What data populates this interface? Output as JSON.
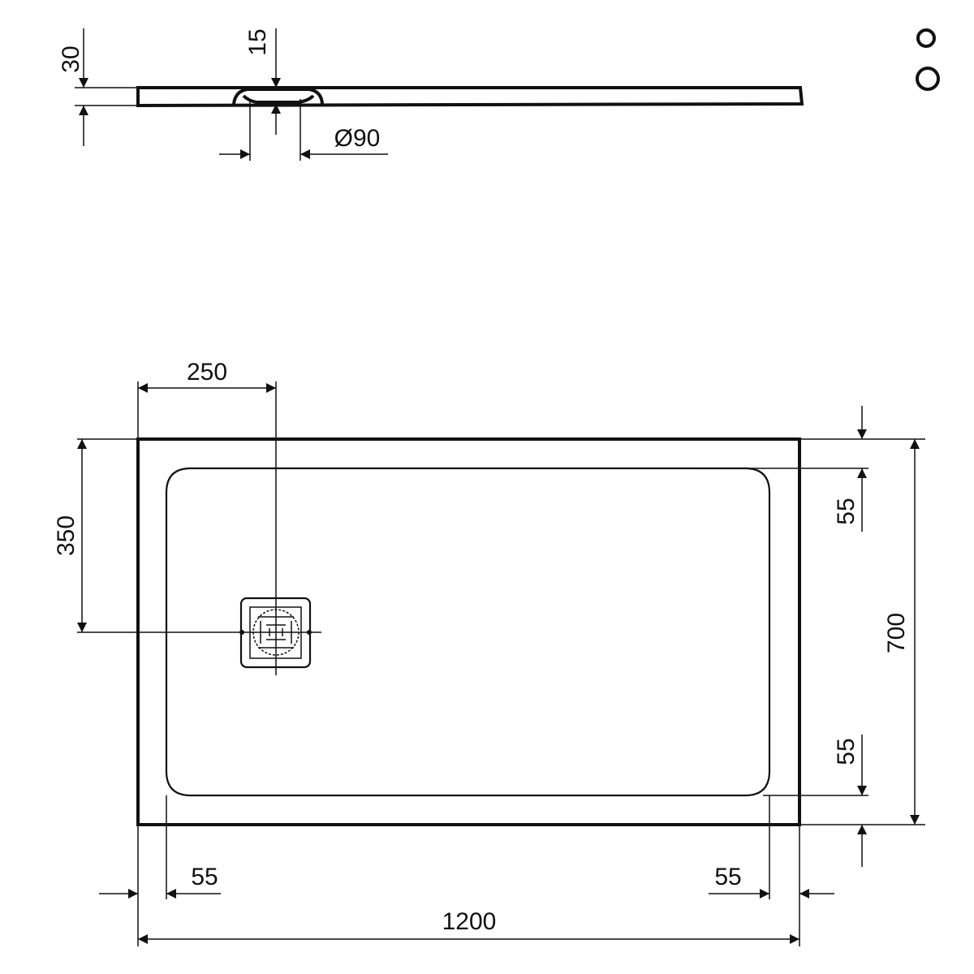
{
  "drawing": {
    "title": "Shower tray 1200 x 700 technical drawing",
    "profile_view": {
      "thickness": "30",
      "drain_depth": "15",
      "drain_diameter": "Ø90"
    },
    "plan_view": {
      "drain_offset_x": "250",
      "drain_offset_y": "350",
      "rim_top": "55",
      "rim_bottom": "55",
      "rim_left": "55",
      "rim_right": "55",
      "width": "1200",
      "depth": "700"
    },
    "icons": [
      "circle-symbol",
      "circle-symbol"
    ],
    "line_color": "#111111"
  }
}
